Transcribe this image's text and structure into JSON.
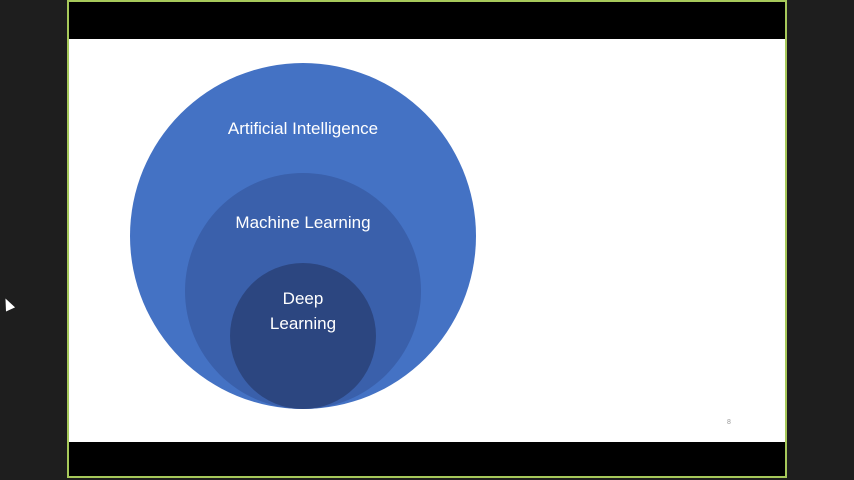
{
  "slide": {
    "outer_label": "Artificial Intelligence",
    "middle_label": "Machine Learning",
    "inner_label_line1": "Deep",
    "inner_label_line2": "Learning",
    "page_number": "8"
  },
  "colors": {
    "outer": "#4472c4",
    "middle": "#3a60ab",
    "inner": "#2c4680",
    "share_border": "#a6c85a"
  }
}
